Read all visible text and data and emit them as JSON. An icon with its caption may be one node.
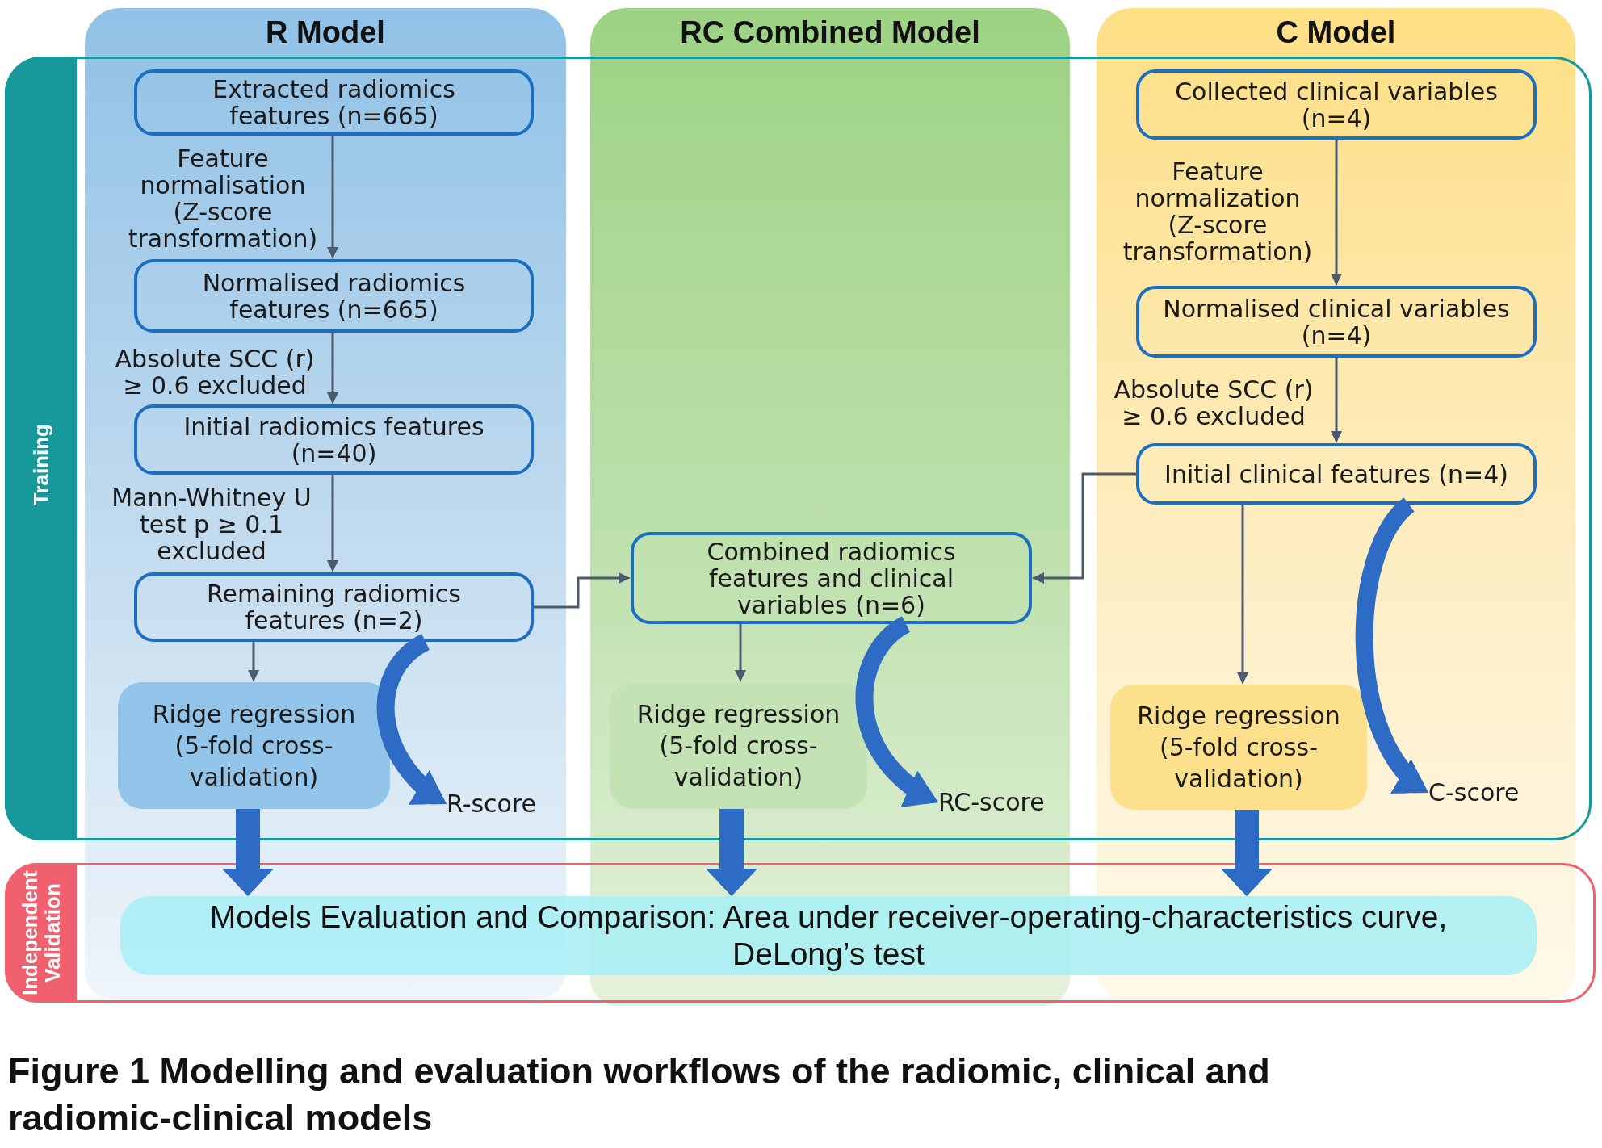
{
  "diagram": {
    "caption": "Figure 1 Modelling and evaluation workflows of the radiomic, clinical and radiomic-clinical models",
    "nodes": [
      {
        "text": [
          "R Model"
        ]
      },
      {
        "text": [
          "Extracted radiomics features (n=665)"
        ],
        "in": 0
      },
      {
        "text": [
          "Normalised radiomics features (n=665)"
        ],
        "in": 0
      },
      {
        "text": [
          "Initial radiomics features (n=40)"
        ],
        "in": 0
      },
      {
        "text": [
          "Remaining radiomics features (n=2)"
        ],
        "in": 0
      },
      {
        "text": [
          "Ridge regression (5-fold cross-validation)"
        ],
        "in": 0
      },
      {
        "text": [
          "R-score"
        ],
        "in": 0
      },
      {
        "text": [
          "RC Combined Model"
        ]
      },
      {
        "text": [
          "Combined radiomics features and clinical variables (n=6)"
        ],
        "in": 7
      },
      {
        "text": [
          "Ridge regression (5-fold cross-validation)"
        ],
        "in": 7
      },
      {
        "text": [
          "RC-score"
        ],
        "in": 7
      },
      {
        "text": [
          "C Model"
        ]
      },
      {
        "text": [
          "Collected clinical variables (n=4)"
        ],
        "in": 11
      },
      {
        "text": [
          "Normalised clinical variables (n=4)"
        ],
        "in": 11
      },
      {
        "text": [
          "Initial clinical features (n=4)"
        ],
        "in": 11
      },
      {
        "text": [
          "Ridge regression (5-fold cross-validation)"
        ],
        "in": 11
      },
      {
        "text": [
          "C-score"
        ],
        "in": 11
      },
      {
        "text": [
          "Independent Validation"
        ]
      },
      {
        "text": [
          "Models Evaluation and Comparison: Area under receiver-operating-characteristics curve, DeLong’s test"
        ],
        "in": 17
      }
    ],
    "edges": [
      {
        "from": 1,
        "to": 2,
        "arrow": "to",
        "label": "Feature normalisation (Z-score transformation)"
      },
      {
        "from": 2,
        "to": 3,
        "arrow": "to",
        "label": "Absolute SCC (r) ≥ 0.6 excluded"
      },
      {
        "from": 3,
        "to": 4,
        "arrow": "to",
        "label": "Mann-Whitney U test p ≥ 0.1 excluded"
      },
      {
        "from": 4,
        "to": 5,
        "arrow": "to"
      },
      {
        "from": 4,
        "to": 6,
        "arrow": "to",
        "style": "thick",
        "color": "#2e6bc5"
      },
      {
        "from": 5,
        "to": 18,
        "arrow": "to",
        "style": "thick",
        "color": "#2e6bc5"
      },
      {
        "from": 4,
        "to": 8,
        "arrow": "to"
      },
      {
        "from": 14,
        "to": 8,
        "arrow": "to"
      },
      {
        "from": 8,
        "to": 9,
        "arrow": "to"
      },
      {
        "from": 8,
        "to": 10,
        "arrow": "to",
        "style": "thick",
        "color": "#2e6bc5"
      },
      {
        "from": 9,
        "to": 18,
        "arrow": "to",
        "style": "thick",
        "color": "#2e6bc5"
      },
      {
        "from": 12,
        "to": 13,
        "arrow": "to",
        "label": "Feature normalization (Z-score transformation)"
      },
      {
        "from": 13,
        "to": 14,
        "arrow": "to",
        "label": "Absolute SCC (r) ≥ 0.6 excluded"
      },
      {
        "from": 14,
        "to": 15,
        "arrow": "to"
      },
      {
        "from": 14,
        "to": 16,
        "arrow": "to",
        "style": "thick",
        "color": "#2e6bc5"
      },
      {
        "from": 15,
        "to": 18,
        "arrow": "to",
        "style": "thick",
        "color": "#2e6bc5"
      }
    ],
    "labels": [
      "Training"
    ]
  }
}
